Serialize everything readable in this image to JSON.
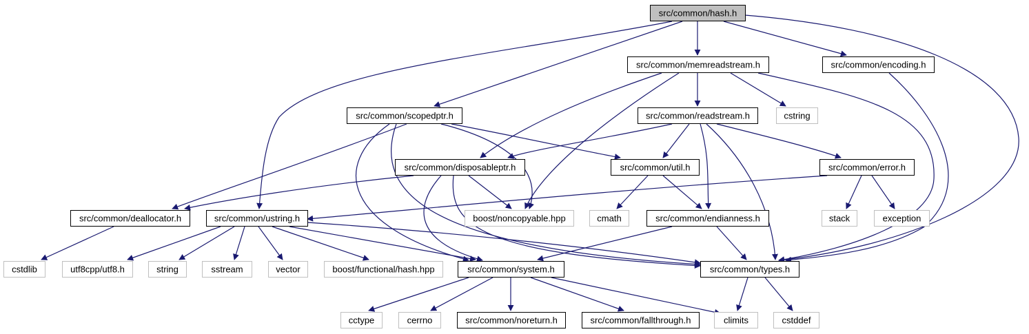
{
  "colors": {
    "edge": "#191970",
    "root_fill": "#bfbfbf",
    "node_fill": "#ffffff",
    "node_border": "#000000",
    "external_border": "#bfbfbf",
    "external_text": "#404040"
  },
  "nodes": [
    {
      "id": "hash",
      "label": "src/common/hash.h",
      "kind": "root"
    },
    {
      "id": "memreadstream",
      "label": "src/common/memreadstream.h",
      "kind": "file"
    },
    {
      "id": "encoding",
      "label": "src/common/encoding.h",
      "kind": "file"
    },
    {
      "id": "scopedptr",
      "label": "src/common/scopedptr.h",
      "kind": "file"
    },
    {
      "id": "readstream",
      "label": "src/common/readstream.h",
      "kind": "file"
    },
    {
      "id": "cstring",
      "label": "cstring",
      "kind": "external"
    },
    {
      "id": "disposableptr",
      "label": "src/common/disposableptr.h",
      "kind": "file"
    },
    {
      "id": "util",
      "label": "src/common/util.h",
      "kind": "file"
    },
    {
      "id": "error",
      "label": "src/common/error.h",
      "kind": "file"
    },
    {
      "id": "deallocator",
      "label": "src/common/deallocator.h",
      "kind": "file"
    },
    {
      "id": "ustring",
      "label": "src/common/ustring.h",
      "kind": "file"
    },
    {
      "id": "noncopyable",
      "label": "boost/noncopyable.hpp",
      "kind": "external"
    },
    {
      "id": "cmath",
      "label": "cmath",
      "kind": "external"
    },
    {
      "id": "endianness",
      "label": "src/common/endianness.h",
      "kind": "file"
    },
    {
      "id": "stack",
      "label": "stack",
      "kind": "external"
    },
    {
      "id": "exception",
      "label": "exception",
      "kind": "external"
    },
    {
      "id": "cstdlib",
      "label": "cstdlib",
      "kind": "external"
    },
    {
      "id": "utf8",
      "label": "utf8cpp/utf8.h",
      "kind": "external"
    },
    {
      "id": "string",
      "label": "string",
      "kind": "external"
    },
    {
      "id": "sstream",
      "label": "sstream",
      "kind": "external"
    },
    {
      "id": "vector",
      "label": "vector",
      "kind": "external"
    },
    {
      "id": "boosthash",
      "label": "boost/functional/hash.hpp",
      "kind": "external"
    },
    {
      "id": "system",
      "label": "src/common/system.h",
      "kind": "file"
    },
    {
      "id": "types",
      "label": "src/common/types.h",
      "kind": "file"
    },
    {
      "id": "cctype",
      "label": "cctype",
      "kind": "external"
    },
    {
      "id": "cerrno",
      "label": "cerrno",
      "kind": "external"
    },
    {
      "id": "noreturn",
      "label": "src/common/noreturn.h",
      "kind": "file"
    },
    {
      "id": "fallthrough",
      "label": "src/common/fallthrough.h",
      "kind": "file"
    },
    {
      "id": "climits",
      "label": "climits",
      "kind": "external"
    },
    {
      "id": "cstddef",
      "label": "cstddef",
      "kind": "external"
    }
  ],
  "edges": [
    {
      "from": "hash",
      "to": "memreadstream"
    },
    {
      "from": "hash",
      "to": "encoding"
    },
    {
      "from": "hash",
      "to": "scopedptr"
    },
    {
      "from": "hash",
      "to": "ustring"
    },
    {
      "from": "hash",
      "to": "types"
    },
    {
      "from": "memreadstream",
      "to": "readstream"
    },
    {
      "from": "memreadstream",
      "to": "cstring"
    },
    {
      "from": "memreadstream",
      "to": "disposableptr"
    },
    {
      "from": "memreadstream",
      "to": "noncopyable"
    },
    {
      "from": "memreadstream",
      "to": "types"
    },
    {
      "from": "encoding",
      "to": "types"
    },
    {
      "from": "scopedptr",
      "to": "deallocator"
    },
    {
      "from": "scopedptr",
      "to": "util"
    },
    {
      "from": "scopedptr",
      "to": "noncopyable"
    },
    {
      "from": "scopedptr",
      "to": "system"
    },
    {
      "from": "scopedptr",
      "to": "types"
    },
    {
      "from": "readstream",
      "to": "disposableptr"
    },
    {
      "from": "readstream",
      "to": "util"
    },
    {
      "from": "readstream",
      "to": "error"
    },
    {
      "from": "readstream",
      "to": "endianness"
    },
    {
      "from": "readstream",
      "to": "types"
    },
    {
      "from": "disposableptr",
      "to": "deallocator"
    },
    {
      "from": "disposableptr",
      "to": "noncopyable"
    },
    {
      "from": "disposableptr",
      "to": "system"
    },
    {
      "from": "disposableptr",
      "to": "types"
    },
    {
      "from": "util",
      "to": "cmath"
    },
    {
      "from": "util",
      "to": "endianness"
    },
    {
      "from": "error",
      "to": "ustring"
    },
    {
      "from": "error",
      "to": "stack"
    },
    {
      "from": "error",
      "to": "exception"
    },
    {
      "from": "deallocator",
      "to": "cstdlib"
    },
    {
      "from": "ustring",
      "to": "utf8"
    },
    {
      "from": "ustring",
      "to": "string"
    },
    {
      "from": "ustring",
      "to": "sstream"
    },
    {
      "from": "ustring",
      "to": "vector"
    },
    {
      "from": "ustring",
      "to": "boosthash"
    },
    {
      "from": "ustring",
      "to": "system"
    },
    {
      "from": "ustring",
      "to": "types"
    },
    {
      "from": "endianness",
      "to": "system"
    },
    {
      "from": "endianness",
      "to": "types"
    },
    {
      "from": "system",
      "to": "cctype"
    },
    {
      "from": "system",
      "to": "cerrno"
    },
    {
      "from": "system",
      "to": "noreturn"
    },
    {
      "from": "system",
      "to": "fallthrough"
    },
    {
      "from": "system",
      "to": "climits"
    },
    {
      "from": "types",
      "to": "climits"
    },
    {
      "from": "types",
      "to": "cstddef"
    }
  ]
}
